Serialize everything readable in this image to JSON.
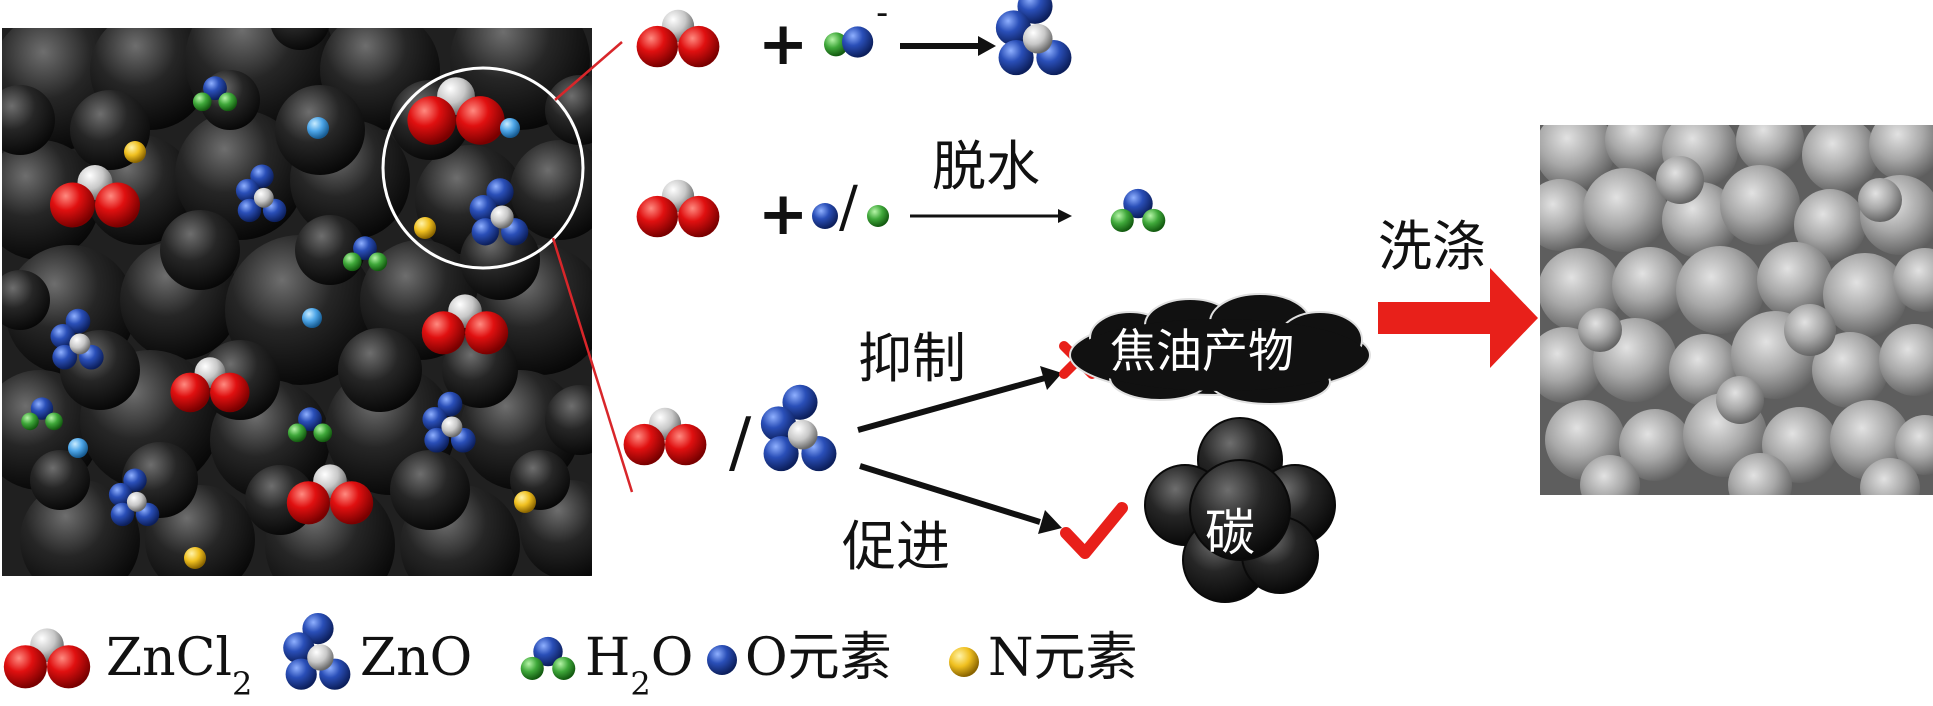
{
  "labels": {
    "dehydration": "脱水",
    "inhibit": "抑制",
    "promote": "促进",
    "wash": "洗涤",
    "tar_product": "焦油产物",
    "carbon": "碳"
  },
  "legend": {
    "zncl2_base": "ZnCl",
    "zncl2_sub": "2",
    "zno": "ZnO",
    "h2o_base": "H",
    "h2o_sub": "2",
    "h2o_end": "O",
    "o_element": "O元素",
    "n_element": "N元素"
  },
  "colors": {
    "red_atom": "#e01010",
    "white_atom": "#d8d8d8",
    "blue_atom": "#2a4fb8",
    "light_blue_atom": "#4ea6e8",
    "green_atom": "#3fa83a",
    "yellow_atom": "#f0c020",
    "arrow_red": "#e8201a",
    "cross_red": "#e8201a",
    "check_red": "#e8201a"
  }
}
